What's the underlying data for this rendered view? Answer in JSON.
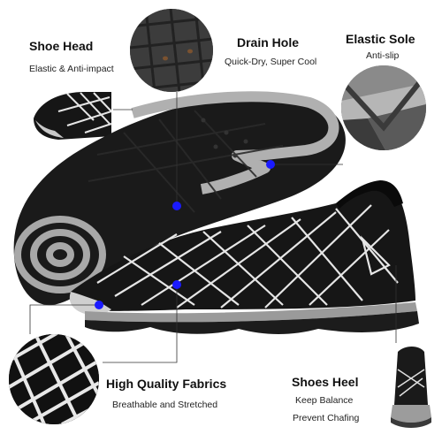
{
  "callouts": {
    "shoe_head": {
      "title": "Shoe Head",
      "subtitle": "Elastic & Anti-impact"
    },
    "drain_hole": {
      "title": "Drain Hole",
      "subtitle": "Quick-Dry, Super Cool"
    },
    "elastic_sole": {
      "title": "Elastic Sole",
      "subtitle": "Anti-slip"
    },
    "fabrics": {
      "title": "High Quality Fabrics",
      "subtitle": "Breathable and Stretched"
    },
    "shoes_heel": {
      "title": "Shoes Heel",
      "subtitle_1": "Keep Balance",
      "subtitle_2": "Prevent Chafing"
    }
  },
  "colors": {
    "shoe_black": "#1c1c1c",
    "sole_gray": "#a9a9a9",
    "accent_dot": "#1a1aff",
    "line": "#333333"
  }
}
